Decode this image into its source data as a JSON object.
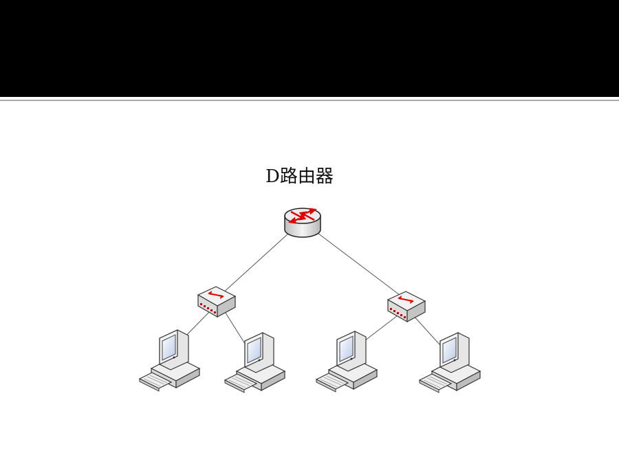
{
  "slide": {
    "title": "D路由器"
  },
  "diagram": {
    "nodes": [
      {
        "id": "router",
        "type": "router-icon"
      },
      {
        "id": "switch-left",
        "type": "switch-icon"
      },
      {
        "id": "switch-right",
        "type": "switch-icon"
      },
      {
        "id": "pc-1",
        "type": "computer-icon"
      },
      {
        "id": "pc-2",
        "type": "computer-icon"
      },
      {
        "id": "pc-3",
        "type": "computer-icon"
      },
      {
        "id": "pc-4",
        "type": "computer-icon"
      }
    ],
    "links": [
      [
        "router",
        "switch-left"
      ],
      [
        "router",
        "switch-right"
      ],
      [
        "switch-left",
        "pc-1"
      ],
      [
        "switch-left",
        "pc-2"
      ],
      [
        "switch-right",
        "pc-3"
      ],
      [
        "switch-right",
        "pc-4"
      ]
    ],
    "colors": {
      "arrow": "#e00000",
      "line": "#555555",
      "header": "#000000"
    }
  }
}
